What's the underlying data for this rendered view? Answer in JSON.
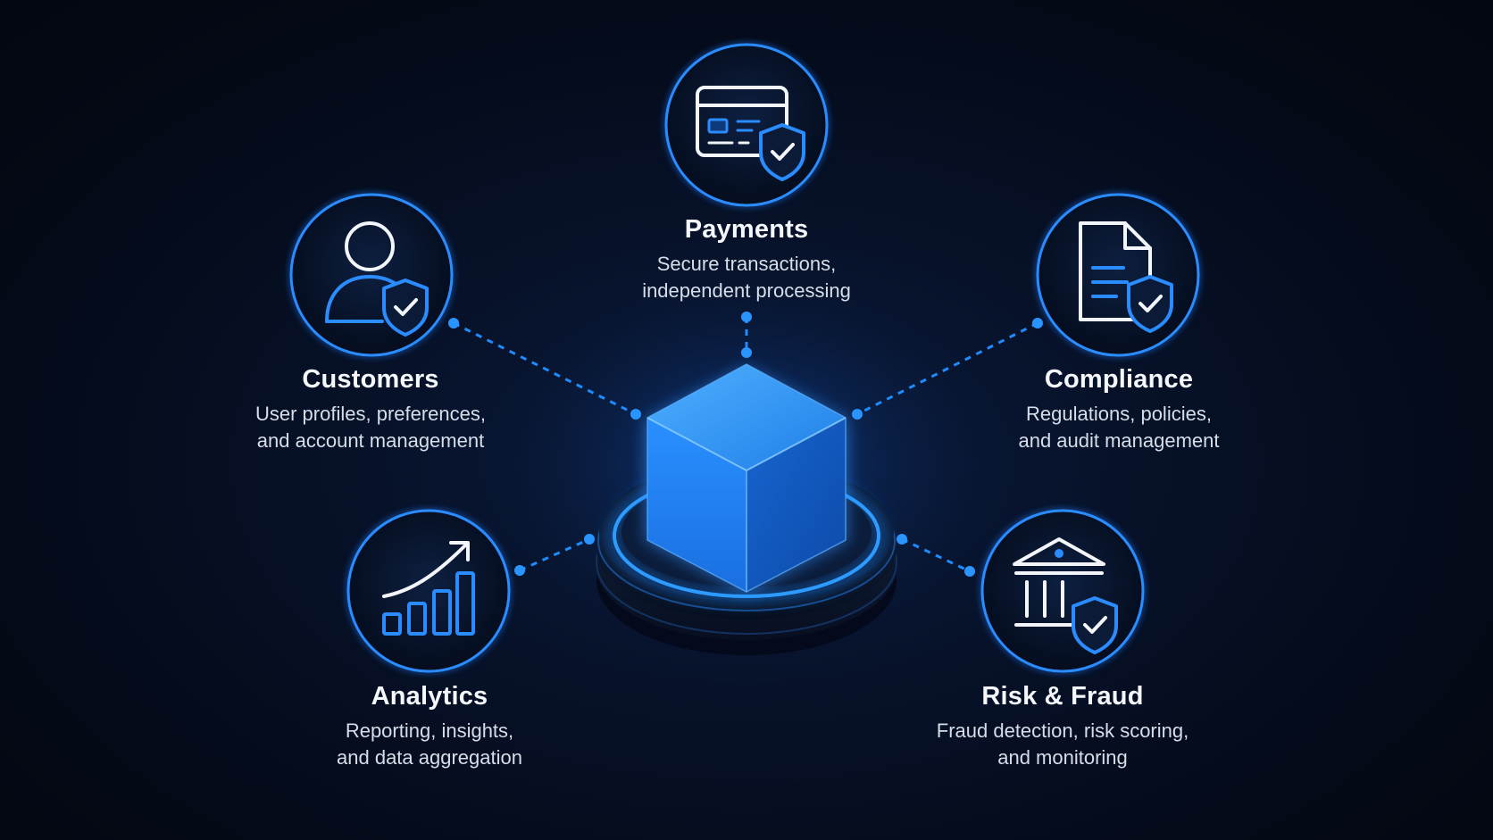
{
  "colors": {
    "background": "#050c1c",
    "accent": "#1e8bff",
    "icon_stroke": "#f2f5fa",
    "cube": "#1a7cf0"
  },
  "hub": {
    "icon": "cube-platform-icon"
  },
  "nodes": [
    {
      "id": "payments",
      "icon": "credit-card-shield-icon",
      "title": "Payments",
      "desc1": "Secure transactions,",
      "desc2": "independent processing"
    },
    {
      "id": "customers",
      "icon": "user-shield-icon",
      "title": "Customers",
      "desc1": "User profiles, preferences,",
      "desc2": "and account management"
    },
    {
      "id": "compliance",
      "icon": "document-shield-icon",
      "title": "Compliance",
      "desc1": "Regulations, policies,",
      "desc2": "and audit management"
    },
    {
      "id": "analytics",
      "icon": "bar-chart-trend-icon",
      "title": "Analytics",
      "desc1": "Reporting, insights,",
      "desc2": "and data aggregation"
    },
    {
      "id": "risk",
      "icon": "bank-shield-icon",
      "title": "Risk & Fraud",
      "desc1": "Fraud detection, risk scoring,",
      "desc2": "and monitoring"
    }
  ]
}
